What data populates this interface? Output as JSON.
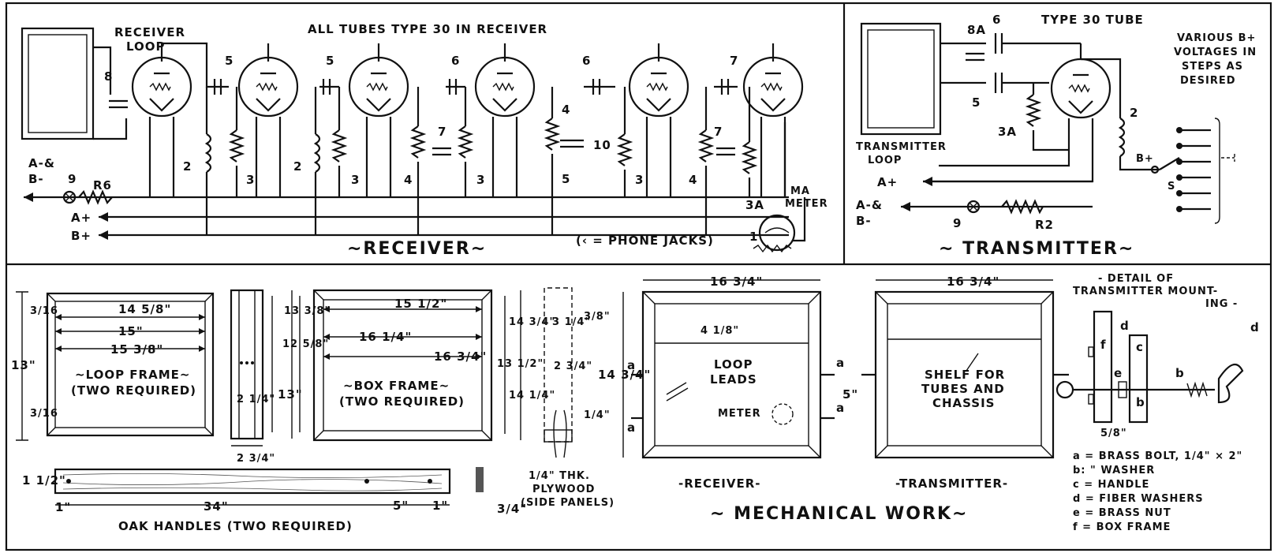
{
  "receiver_schematic": {
    "loop_label_1": "RECEIVER",
    "loop_label_2": "LOOP",
    "note": "ALL TUBES TYPE 30 IN RECEIVER",
    "ab_minus_1": "A-&",
    "ab_minus_2": "B-",
    "a_plus": "A+",
    "b_plus": "B+",
    "lamp_num": "9",
    "r6": "R6",
    "cap_8": "8",
    "cap_5a": "5",
    "cap_5b": "5",
    "cap_6a": "6",
    "cap_6b": "6",
    "cap_7a": "7",
    "cap_7b": "7",
    "cap_7c": "7",
    "coil_2a": "2",
    "coil_2b": "2",
    "res_3a": "3",
    "res_3b": "3",
    "res_4a": "4",
    "res_3c": "3",
    "res_4b": "4",
    "res_5": "5",
    "cap_10": "10",
    "res_3d": "3",
    "res_4c": "4",
    "res_3e": "3A",
    "meter_1": "MA",
    "meter_2": "METER",
    "meter_num": "1",
    "jacks_note": "(‹ = PHONE JACKS)",
    "caption": "~RECEIVER~"
  },
  "transmitter_schematic": {
    "cap_8a": "8A",
    "cap_6": "6",
    "cap_5": "5",
    "res_3a": "3A",
    "tube_label": "TYPE 30 TUBE",
    "volt_1": "VARIOUS B+",
    "volt_2": "VOLTAGES IN",
    "volt_3": "STEPS AS",
    "volt_4": "DESIRED",
    "coil_2": "2",
    "b_plus": "B+",
    "switch_s": "S",
    "loop_1": "TRANSMITTER",
    "loop_2": "LOOP",
    "a_plus": "A+",
    "ab_1": "A-&",
    "ab_2": "B-",
    "lamp_9": "9",
    "r2": "R2",
    "caption": "~ TRANSMITTER~"
  },
  "mechanical": {
    "loop_frame": {
      "d_3_16a": "3/16",
      "d_13": "13\"",
      "d_3_16b": "3/16",
      "d_14_5_8": "14 5/8\"",
      "d_15": "15\"",
      "d_15_3_8": "15 3/8\"",
      "label_1": "~LOOP FRAME~",
      "label_2": "(TWO REQUIRED)"
    },
    "loop_side": {
      "d_13_3_8": "13 3/8\"",
      "d_12_5_8": "12 5/8\"",
      "d_13": "13\"",
      "d_2_1_4": "2 1/4\"",
      "d_2_3_4": "2 3/4\""
    },
    "box_frame": {
      "d_15_1_2": "15 1/2\"",
      "d_16_1_4": "16 1/4\"",
      "d_16_3_4": "16 3/4\"",
      "d_13_1_2": "13 1/2\"",
      "d_14_3_4": "14 3/4\"",
      "d_14_1_4": "14 1/4\"",
      "label_1": "~BOX FRAME~",
      "label_2": "(TWO REQUIRED)"
    },
    "side_panel": {
      "d_3_1_4": "3 1/4\"",
      "d_3_8": "3/8\"",
      "d_2_3_4": "2 3/4\"",
      "d_1_4": "1/4\"",
      "label_1": "1/4\" THK.",
      "label_2": "PLYWOOD",
      "label_3": "(SIDE PANELS)"
    },
    "handles": {
      "d_1_1_2": "1 1/2\"",
      "d_1a": "1\"",
      "d_34": "34\"",
      "d_5": "5\"",
      "d_1b": "1\"",
      "d_3_4": "3/4\"",
      "label": "OAK HANDLES (TWO REQUIRED)"
    },
    "receiver_box": {
      "d_16_3_4": "16 3/4\"",
      "d_4_1_8": "4 1/8\"",
      "d_14_3_4": "14 3/4\"",
      "a1": "a",
      "a2": "a",
      "loop_1": "LOOP",
      "loop_2": "LEADS",
      "meter": "METER",
      "d_5": "5\"",
      "a3": "a",
      "a4": "a",
      "caption": "-RECEIVER-"
    },
    "transmitter_box": {
      "d_16_3_4": "16 3/4\"",
      "shelf_1": "SHELF FOR",
      "shelf_2": "TUBES AND",
      "shelf_3": "CHASSIS",
      "caption": "-TRANSMITTER-"
    },
    "detail": {
      "title_1": "- DETAIL OF",
      "title_2": "TRANSMITTER MOUNT-",
      "title_3": "ING -",
      "d": "d",
      "f": "f",
      "c": "c",
      "e": "e",
      "b1": "b",
      "b2": "b",
      "d2": "d",
      "d_5_8": "5/8\"",
      "legend_a": "a = BRASS BOLT, 1/4\" × 2\"",
      "legend_b": "b:    \"     WASHER",
      "legend_c": "c = HANDLE",
      "legend_d": "d = FIBER WASHERS",
      "legend_e": "e = BRASS NUT",
      "legend_f": "f = BOX FRAME"
    },
    "caption": "~ MECHANICAL WORK~"
  }
}
